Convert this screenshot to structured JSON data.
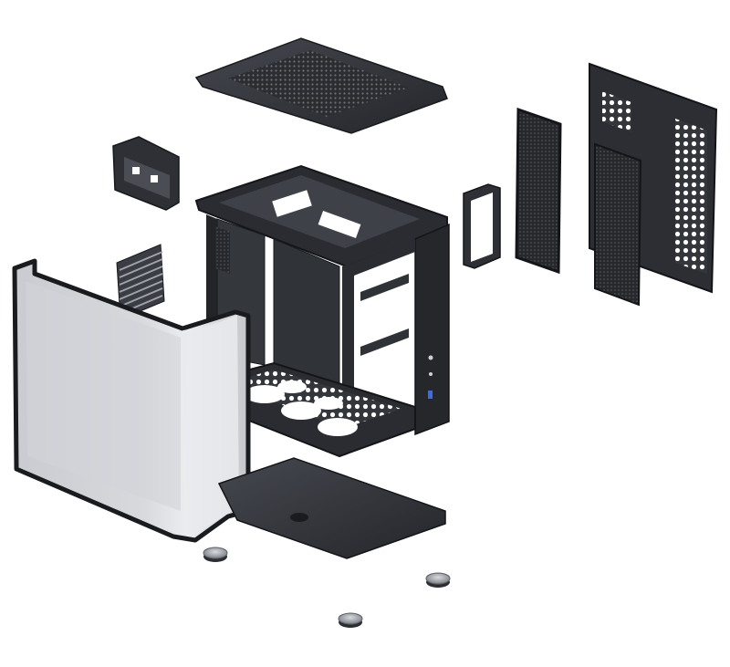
{
  "image": {
    "subject": "exploded-view-pc-case",
    "colors": {
      "background": "#ffffff",
      "metal_dark": "#2b2d31",
      "metal_mid": "#3c3f45",
      "metal_edge": "#1a1b1e",
      "glass": "#cfd1d6",
      "glass_hi": "#e7e8eb",
      "foot_metal": "#9a9da3",
      "accent_port": "#3b6fd6"
    },
    "parts": [
      "top-mesh-panel",
      "drive-cage-bracket",
      "pci-slot-covers",
      "chassis-frame",
      "curved-glass-side-panel",
      "bottom-panel",
      "psu-bracket",
      "dust-filter",
      "rear-perforated-panel",
      "rubber-feet"
    ]
  }
}
